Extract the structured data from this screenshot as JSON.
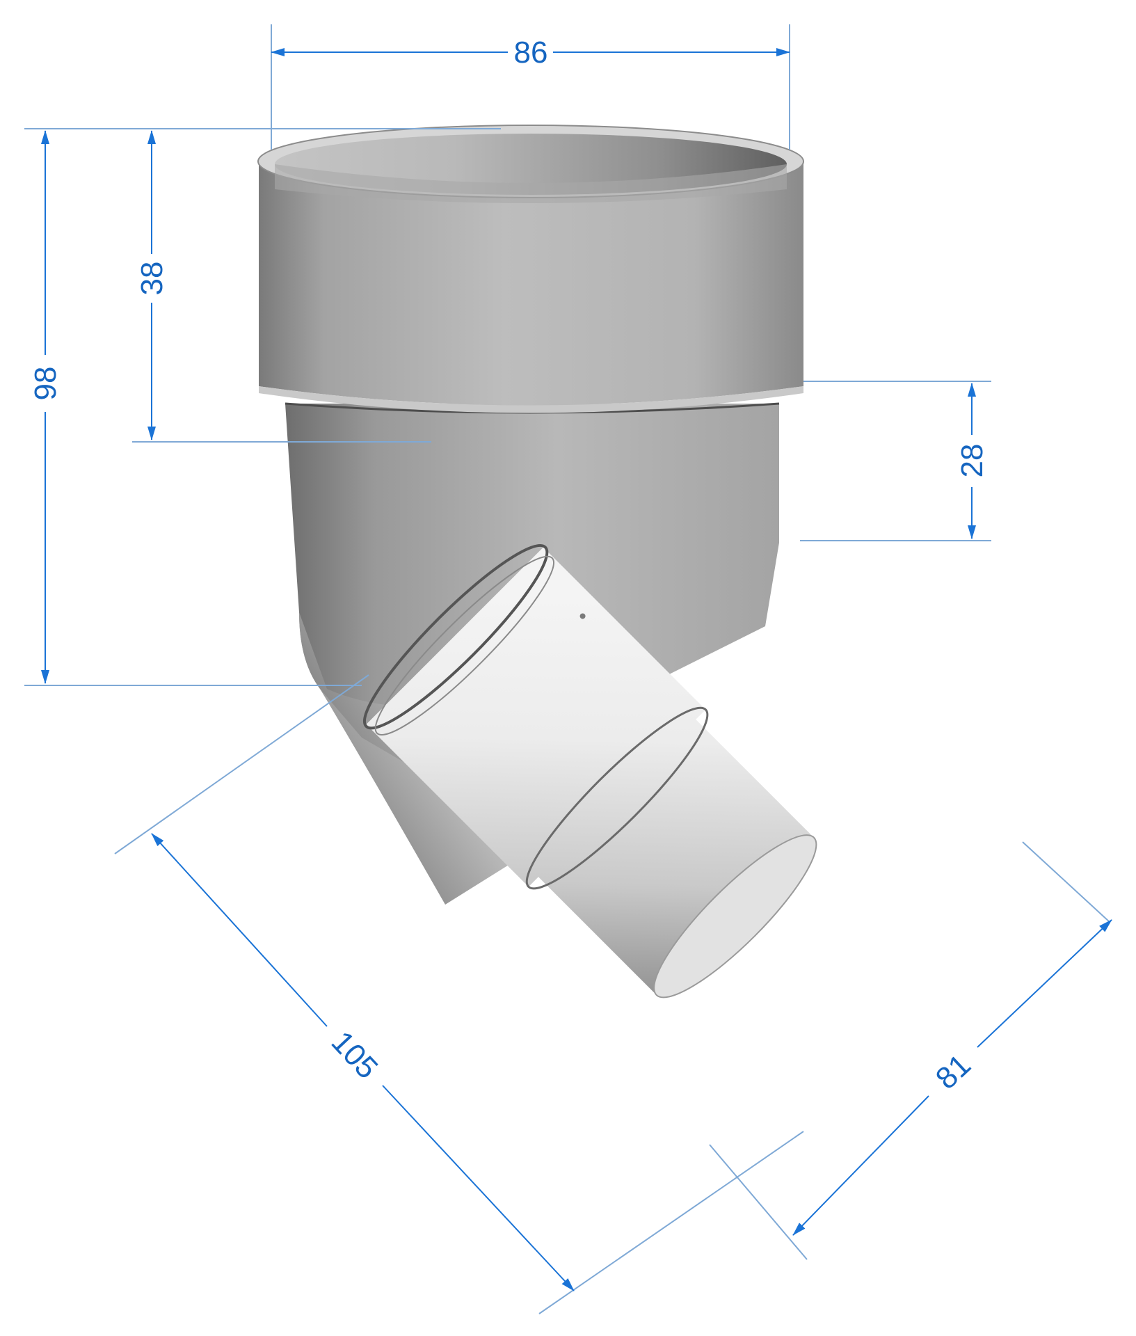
{
  "colors": {
    "dimension": "#1a73d6",
    "extension": "#7fa9d6",
    "pipe_light": "#e9e9e9",
    "pipe_mid": "#bdbdbd",
    "pipe_dark": "#6f6f6f",
    "background": "#ffffff"
  },
  "dimensions": {
    "top_width": "86",
    "total_height": "98",
    "socket_depth": "38",
    "bend_offset": "28",
    "outlet_length": "105",
    "outlet_diameter": "81"
  }
}
